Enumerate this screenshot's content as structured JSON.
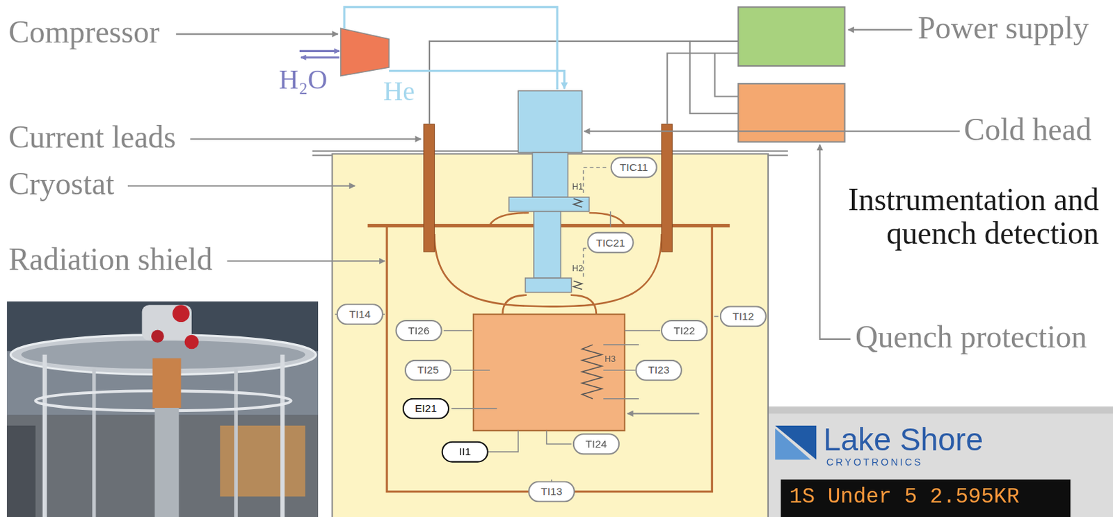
{
  "diagram": {
    "nodes": [
      {
        "text": [
          "TIC11"
        ]
      },
      {
        "text": [
          "TIC21"
        ]
      },
      {
        "text": [
          "TI14"
        ]
      },
      {
        "text": [
          "TI26"
        ]
      },
      {
        "text": [
          "TI22"
        ]
      },
      {
        "text": [
          "TI12"
        ]
      },
      {
        "text": [
          "TI25"
        ]
      },
      {
        "text": [
          "TI23"
        ]
      },
      {
        "text": [
          "EI21"
        ]
      },
      {
        "text": [
          "II1"
        ]
      },
      {
        "text": [
          "TI24"
        ]
      },
      {
        "text": [
          "TI13"
        ]
      }
    ],
    "labels": [
      "Compressor",
      "H₂O",
      "He",
      "Current leads",
      "Cryostat",
      "Radiation shield",
      "Power supply",
      "Cold head",
      "Instrumentation and quench detection",
      "Quench protection",
      "H1",
      "H2",
      "H3",
      "Lake Shore",
      "CRYOTRONICS",
      "1S Under 5 2.595KR"
    ]
  }
}
